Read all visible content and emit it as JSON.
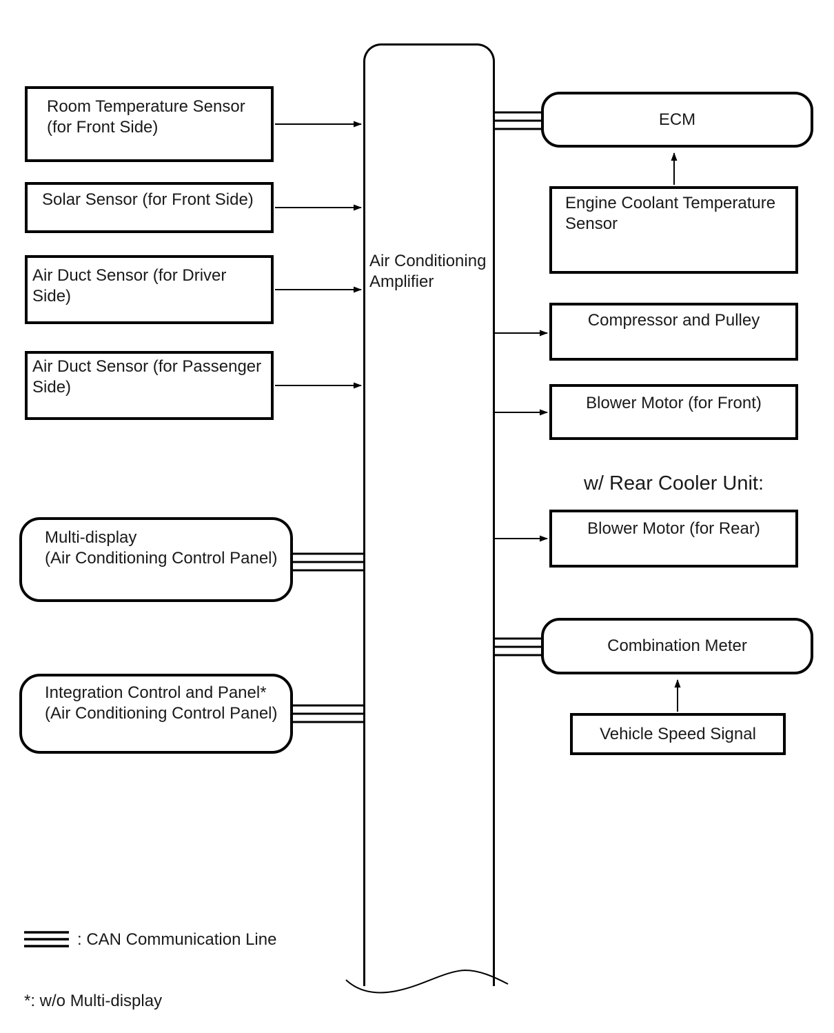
{
  "amplifier": {
    "line1": "Air Conditioning",
    "line2": "Amplifier"
  },
  "sensors": {
    "room_temp": {
      "line1": "Room Temperature Sensor",
      "line2": "(for Front Side)"
    },
    "solar": {
      "line1": "Solar Sensor (for Front Side)"
    },
    "duct_driver": {
      "line1": "Air Duct Sensor (for Driver Side)"
    },
    "duct_passenger": {
      "line1": "Air Duct Sensor (for Passenger",
      "line2": "Side)"
    },
    "multi_display": {
      "line1": "Multi-display",
      "line2": "(Air Conditioning Control Panel)"
    },
    "integration": {
      "line1": "Integration Control and Panel*",
      "line2": "(Air Conditioning Control Panel)"
    }
  },
  "outputs": {
    "ecm": {
      "line1": "ECM"
    },
    "engine_coolant": {
      "line1": "Engine Coolant Temperature",
      "line2": "Sensor"
    },
    "compressor": {
      "line1": "Compressor and Pulley"
    },
    "blower_front": {
      "line1": "Blower Motor (for Front)"
    },
    "rear_cooler_heading": "w/ Rear Cooler Unit:",
    "blower_rear": {
      "line1": "Blower Motor (for Rear)"
    },
    "combination_meter": {
      "line1": "Combination Meter"
    },
    "vehicle_speed": {
      "line1": "Vehicle Speed Signal"
    }
  },
  "legend": {
    "can_label": ": CAN Communication Line",
    "footnote": "*: w/o Multi-display"
  },
  "colors": {
    "line": "#000000",
    "text": "#1a1a1a",
    "background": "#ffffff"
  }
}
